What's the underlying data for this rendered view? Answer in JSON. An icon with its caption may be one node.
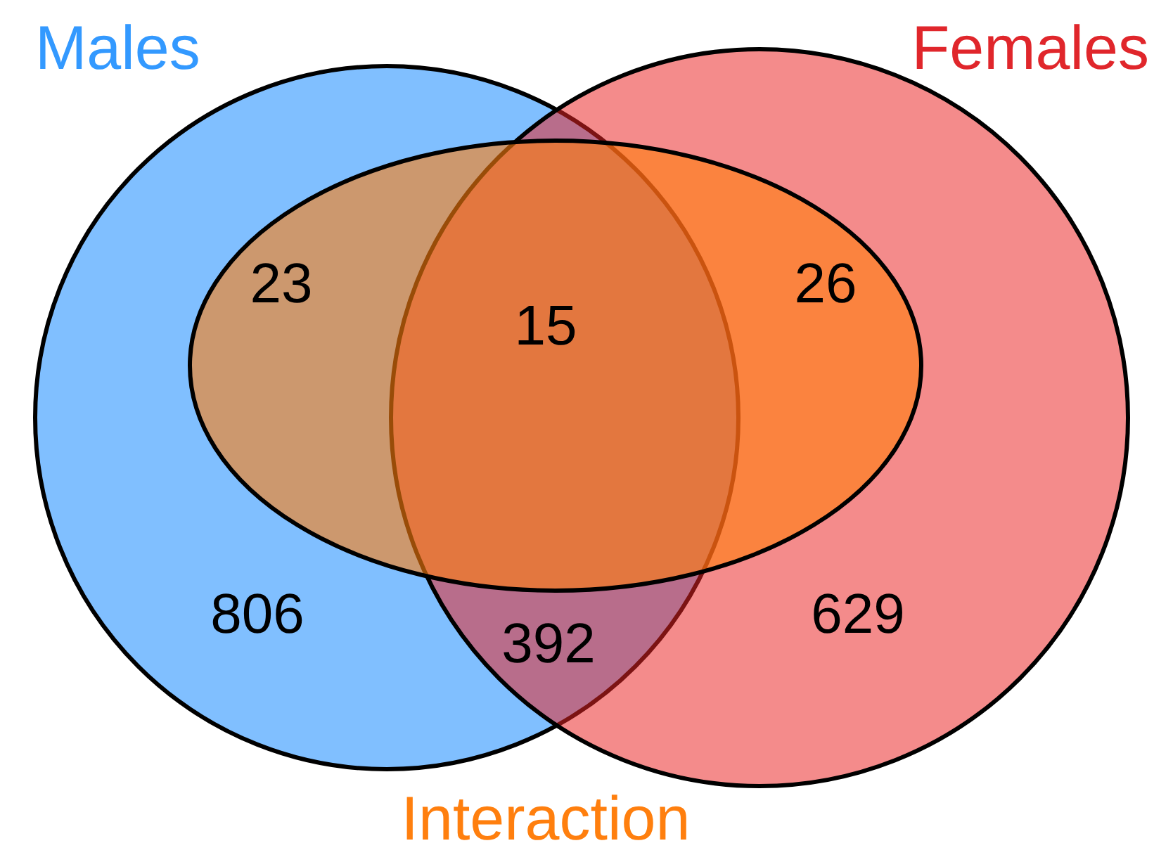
{
  "diagram": {
    "nodes": [
      {
        "text": [
          "Males"
        ]
      },
      {
        "text": [
          "Females"
        ]
      },
      {
        "text": [],
        "shape": "ellipse"
      }
    ],
    "edges": [],
    "labels": [
      "23",
      "15",
      "26",
      "806",
      "392",
      "629",
      "Interaction"
    ]
  }
}
